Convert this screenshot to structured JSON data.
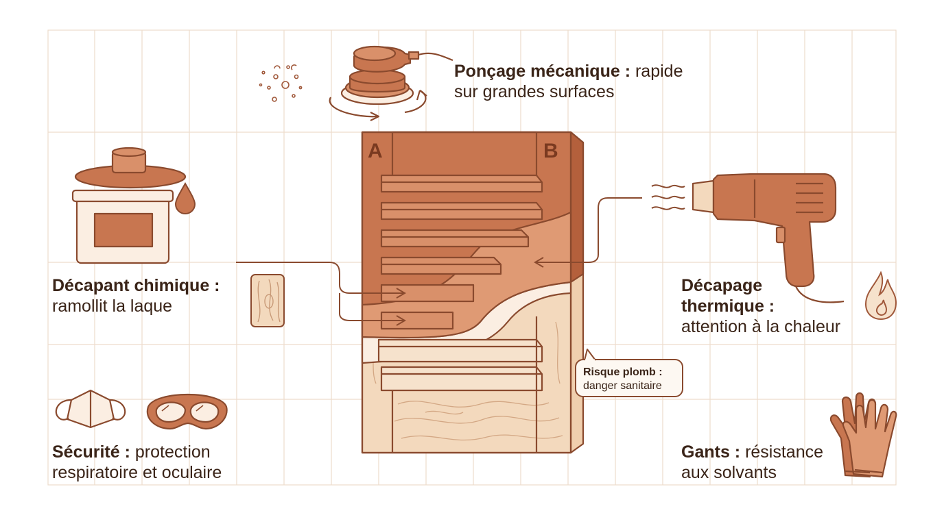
{
  "panel": {
    "letter_a": "A",
    "letter_b": "B"
  },
  "labels": {
    "sanding": {
      "title": "Ponçage mécanique :",
      "text_1": "rapide",
      "text_2": "sur grandes surfaces"
    },
    "chemical": {
      "title": "Décapant chimique :",
      "text": "ramollit la laque"
    },
    "thermal": {
      "title_1": "Décapage",
      "title_2": "thermique :",
      "text": "attention à la chaleur"
    },
    "safety": {
      "title": "Sécurité :",
      "text_1": "protection",
      "text_2": "respiratoire et oculaire"
    },
    "gloves": {
      "title": "Gants :",
      "text_1": "résistance",
      "text_2": "aux solvants"
    }
  },
  "callout": {
    "title": "Risque plomb :",
    "text": "danger sanitaire"
  },
  "icons": [
    "orbital-sander-icon",
    "dust-particles-icon",
    "stripper-can-icon",
    "drop-icon",
    "wood-sample-icon",
    "heat-gun-icon",
    "heat-waves-icon",
    "flame-icon",
    "mask-icon",
    "goggles-icon",
    "gloves-icon"
  ],
  "colors": {
    "lacquer": "#c87650",
    "lacquer_dark": "#b4603c",
    "wood": "#f3d9bd",
    "outline": "#8a4a2e",
    "grid": "#eddccc"
  }
}
